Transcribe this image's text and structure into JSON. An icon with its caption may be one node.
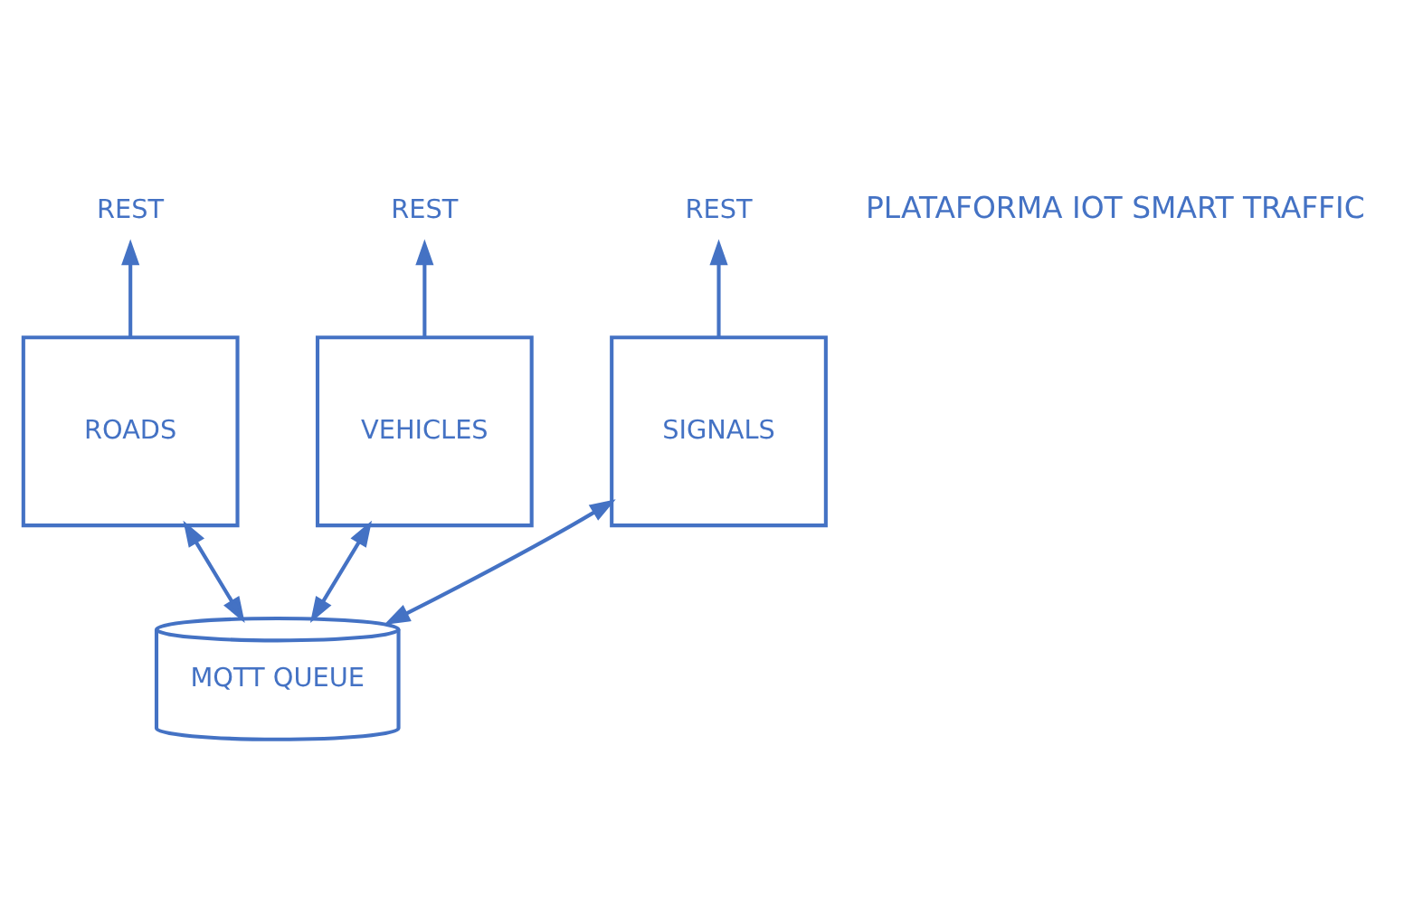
{
  "diagram": {
    "nodes": [
      {
        "text": [
          "REST"
        ]
      },
      {
        "text": [
          "REST"
        ]
      },
      {
        "text": [
          "REST"
        ]
      },
      {
        "text": [
          "ROADS"
        ]
      },
      {
        "text": [
          "VEHICLES"
        ]
      },
      {
        "text": [
          "SIGNALS"
        ]
      },
      {
        "text": [
          "MQTT QUEUE"
        ]
      }
    ],
    "edges": [
      {
        "from": 3,
        "to": 0,
        "arrow": "to"
      },
      {
        "from": 4,
        "to": 1,
        "arrow": "to"
      },
      {
        "from": 5,
        "to": 2,
        "arrow": "to"
      },
      {
        "from": 3,
        "to": 6,
        "arrow": "both"
      },
      {
        "from": 4,
        "to": 6,
        "arrow": "both"
      },
      {
        "from": 5,
        "to": 6,
        "arrow": "both"
      }
    ],
    "labels": [
      "PLATAFORMA IOT SMART TRAFFIC"
    ]
  }
}
